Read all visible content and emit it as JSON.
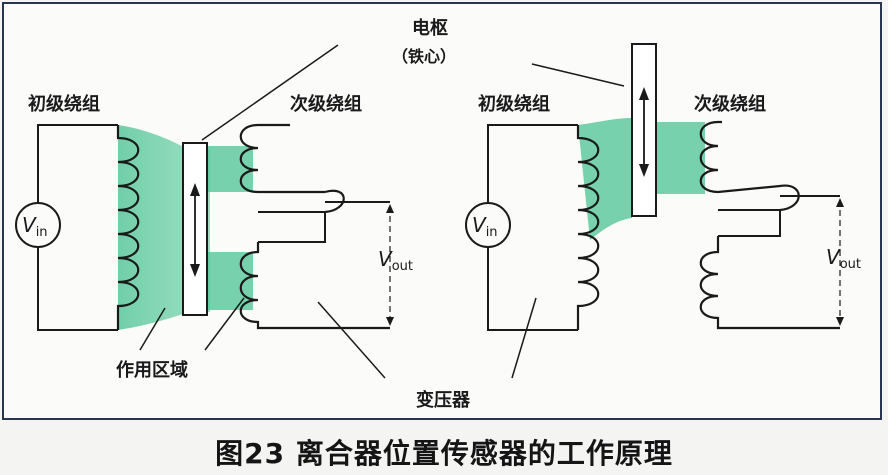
{
  "labels": {
    "armature": "电枢",
    "core": "（铁心）",
    "primary_left": "初级绕组",
    "secondary_left": "次级绕组",
    "primary_right": "初级绕组",
    "secondary_right": "次级绕组",
    "active_area": "作用区域",
    "transformer": "变压器"
  },
  "symbols": {
    "vin_main": "V",
    "vin_sub": "in",
    "vout_main": "V",
    "vout_sub": "out"
  },
  "caption": "图23 离合器位置传感器的工作原理",
  "colors": {
    "flux": "#58c79a",
    "wire": "#1a1a1a",
    "frame": "#2a3550"
  }
}
